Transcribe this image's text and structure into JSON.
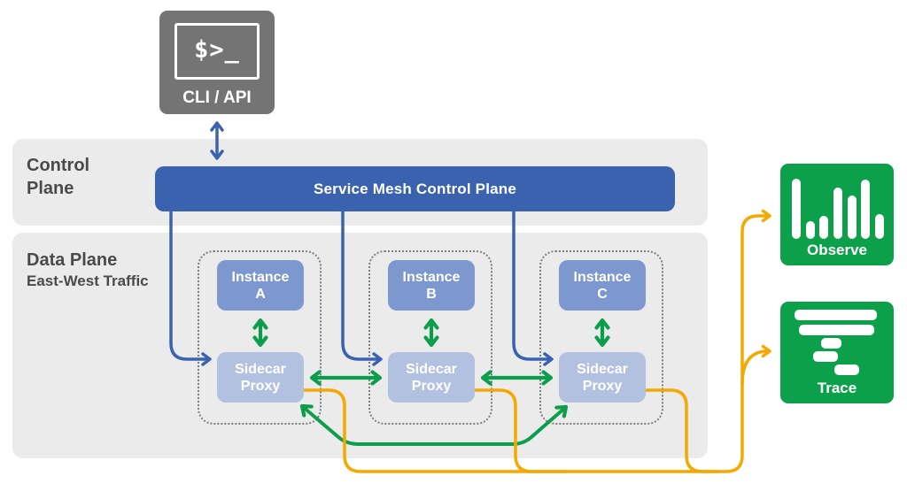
{
  "colors": {
    "control_blue": "#3a62ae",
    "instance_blue": "#7d98ce",
    "proxy_blue": "#b3c1e1",
    "green": "#0d9e4d",
    "orange": "#f5a800",
    "cli_gray": "#747474",
    "band_gray": "#ebebeb",
    "label_gray": "#4a4a4a"
  },
  "cli": {
    "terminal_glyph": "$>_",
    "label": "CLI / API"
  },
  "control_band": {
    "label_line1": "Control",
    "label_line2": "Plane",
    "bar_label": "Service Mesh Control Plane"
  },
  "data_band": {
    "label": "Data Plane",
    "sublabel": "East-West Traffic"
  },
  "groups": [
    {
      "instance_line1": "Instance",
      "instance_line2": "A",
      "proxy_line1": "Sidecar",
      "proxy_line2": "Proxy"
    },
    {
      "instance_line1": "Instance",
      "instance_line2": "B",
      "proxy_line1": "Sidecar",
      "proxy_line2": "Proxy"
    },
    {
      "instance_line1": "Instance",
      "instance_line2": "C",
      "proxy_line1": "Sidecar",
      "proxy_line2": "Proxy"
    }
  ],
  "telemetry": [
    {
      "label": "Observe",
      "icon": "bar-chart-icon"
    },
    {
      "label": "Trace",
      "icon": "trace-spans-icon"
    }
  ]
}
